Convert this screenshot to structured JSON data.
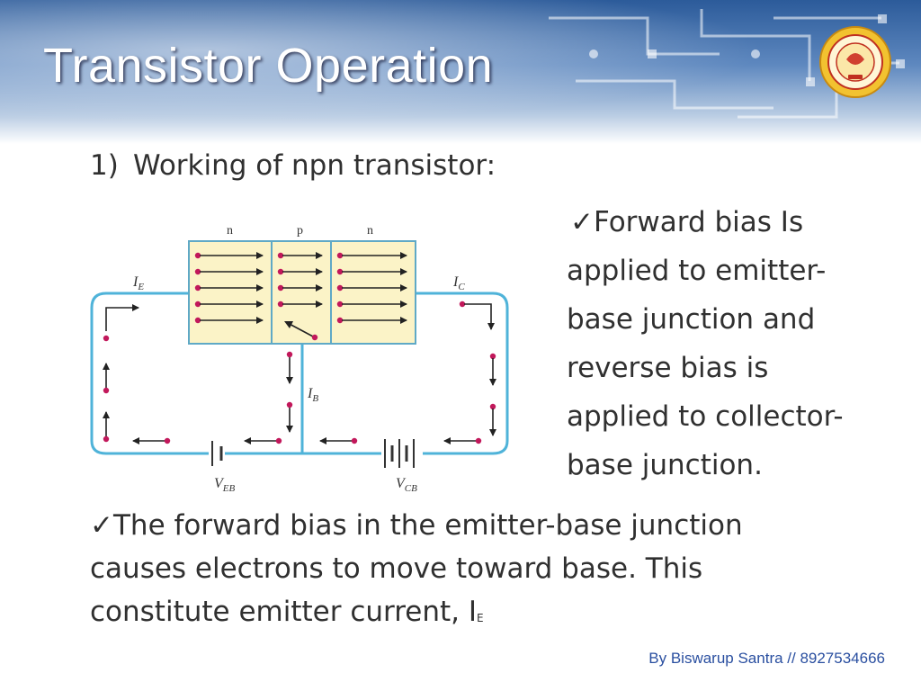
{
  "slide": {
    "title": "Transistor Operation",
    "item_number": "1)",
    "item_text": "Working of npn transistor:",
    "right_check": "✓",
    "right_lines": [
      "Forward bias Is",
      "applied to emitter-",
      "base junction and",
      "reverse bias is",
      "applied to collector-",
      "base junction."
    ],
    "bottom_check": "✓",
    "bottom_lines": [
      "The forward bias in the emitter-base junction",
      "causes electrons to move toward base. This",
      "constitute emitter current, I"
    ],
    "bottom_subscript": "E",
    "footer": "By Biswarup Santra // 8927534666"
  },
  "diagram": {
    "region_labels": [
      "n",
      "p",
      "n"
    ],
    "ie_label": "I",
    "ie_sub": "E",
    "ic_label": "I",
    "ic_sub": "C",
    "ib_label": "I",
    "ib_sub": "B",
    "veb_label": "V",
    "veb_sub": "EB",
    "vcb_label": "V",
    "vcb_sub": "CB",
    "colors": {
      "wire": "#4fb3d9",
      "block_fill": "#fbf3c7",
      "block_stroke": "#5fa9c6",
      "dot": "#c2185b",
      "arrow": "#222222"
    }
  },
  "icons": {
    "logo": "college-seal-icon",
    "check": "check-mark-icon"
  }
}
